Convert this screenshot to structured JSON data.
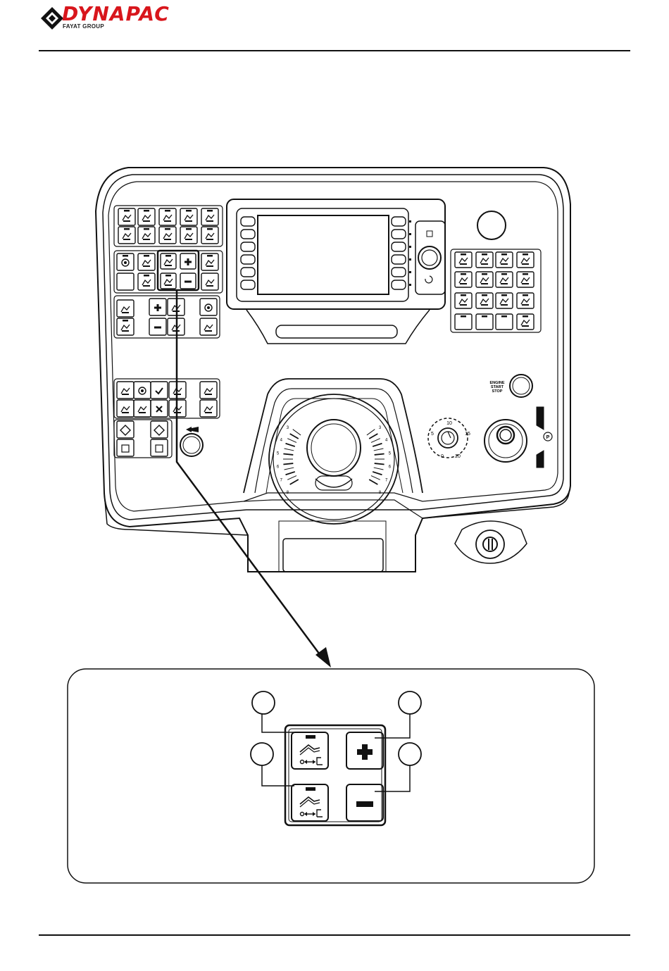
{
  "header": {
    "brand": "DYNAPAC",
    "subbrand": "FAYAT GROUP"
  },
  "panel": {
    "engine_button": {
      "line1": "ENGINE",
      "line2": "START",
      "line3": "STOP"
    },
    "speed_dial": {
      "labels": [
        "5",
        "10",
        "15",
        "0",
        "20"
      ]
    },
    "parking_label": "P",
    "gauge_left_numbers": [
      "3",
      "4",
      "5",
      "6",
      "7",
      "8"
    ],
    "gauge_right_numbers": [
      "3",
      "4",
      "5",
      "6",
      "7",
      "8"
    ]
  },
  "detail": {
    "buttons": [
      {
        "name": "raise-icon"
      },
      {
        "name": "plus-icon"
      },
      {
        "name": "lower-icon"
      },
      {
        "name": "minus-icon"
      }
    ]
  }
}
